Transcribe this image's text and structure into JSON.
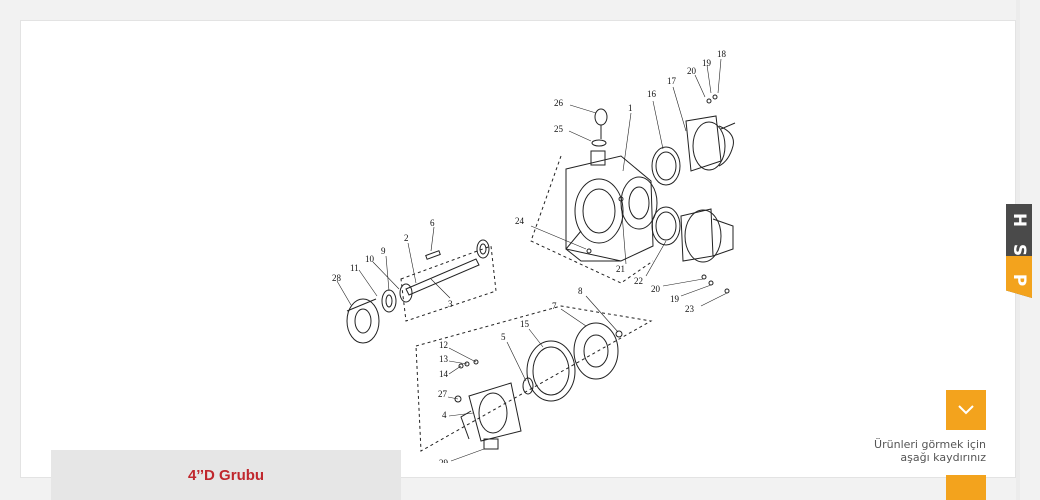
{
  "product": {
    "caption": "4’’D Grubu"
  },
  "scroll_hint": {
    "line1": "Ürünleri görmek için",
    "line2": "aşağı kaydırınız"
  },
  "brand": {
    "letters": [
      "H",
      "S",
      "P"
    ]
  },
  "diagram": {
    "part_numbers": [
      "1",
      "2",
      "3",
      "4",
      "5",
      "6",
      "7",
      "8",
      "9",
      "10",
      "11",
      "12",
      "13",
      "14",
      "15",
      "16",
      "17",
      "18",
      "19",
      "20",
      "21",
      "22",
      "23",
      "24",
      "25",
      "26",
      "27",
      "28",
      "29"
    ]
  },
  "colors": {
    "accent": "#f3a31d",
    "caption_text": "#c0272d",
    "brand_dark": "#4a4a4a"
  }
}
